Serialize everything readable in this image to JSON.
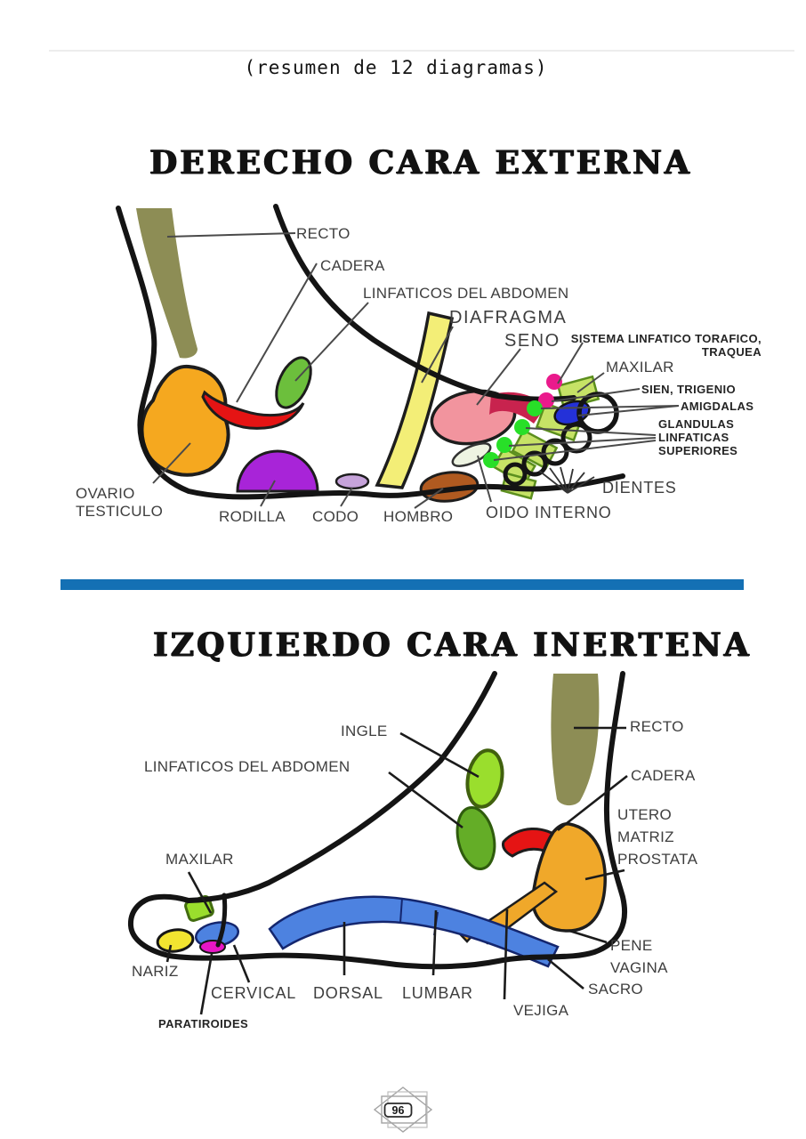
{
  "page": {
    "header_note": "(resumen de 12 diagramas)",
    "page_number": "96"
  },
  "diagram1": {
    "title": "DERECHO CARA EXTERNA",
    "labels": {
      "recto": "RECTO",
      "cadera": "CADERA",
      "linfaticos_abdomen": "LINFATICOS DEL ABDOMEN",
      "diafragma": "DIAFRAGMA",
      "seno": "SENO",
      "sistema_line1": "SISTEMA LINFATICO TORAFICO,",
      "sistema_line2": "TRAQUEA",
      "maxilar": "MAXILAR",
      "sien_trigenio": "SIEN, TRIGENIO",
      "amigdalas": "AMIGDALAS",
      "glandulas_line1": "GLANDULAS",
      "glandulas_line2": "LINFATICAS",
      "glandulas_line3": "SUPERIORES",
      "dientes": "DIENTES",
      "oido_interno": "OIDO INTERNO",
      "hombro": "HOMBRO",
      "codo": "CODO",
      "rodilla": "RODILLA",
      "ovario_line1": "OVARIO",
      "ovario_line2": "TESTICULO"
    }
  },
  "diagram2": {
    "title": "IZQUIERDO CARA INERTENA",
    "labels": {
      "ingle": "INGLE",
      "linfaticos_abdomen": "LINFATICOS DEL ABDOMEN",
      "recto": "RECTO",
      "cadera": "CADERA",
      "utero_line1": "UTERO",
      "utero_line2": "MATRIZ",
      "utero_line3": "PROSTATA",
      "maxilar": "MAXILAR",
      "nariz": "NARIZ",
      "cervical": "CERVICAL",
      "dorsal": "DORSAL",
      "lumbar": "LUMBAR",
      "vejiga": "VEJIGA",
      "sacro": "SACRO",
      "pene_line1": "PENE",
      "pene_line2": "VAGINA",
      "paratiroides": "PARATIROIDES"
    }
  },
  "colors": {
    "divider_blue": "#1470b4",
    "olive": "#8d8d55",
    "orange": "#f5a81f",
    "red": "#e51414",
    "green_zone": "#6cbf3c",
    "toe_green": "#c6e266",
    "yellow_band": "#f3ee77",
    "pink": "#f2949e",
    "crimson": "#c8234e",
    "purple": "#a824d8",
    "lavender": "#c6a3da",
    "brown": "#b05a20",
    "blue_zone": "#2431d8",
    "magenta_dot": "#ea1a8c",
    "green_dot": "#28df28",
    "white_capsule": "#eef4e2",
    "spine_blue": "#4d82e0",
    "nariz_yellow": "#f2e430",
    "paratiroides_magenta": "#e816c6",
    "ingle_green": "#9ade2d",
    "bean_green": "#64ad27",
    "heel_orange": "#f0a82a"
  }
}
